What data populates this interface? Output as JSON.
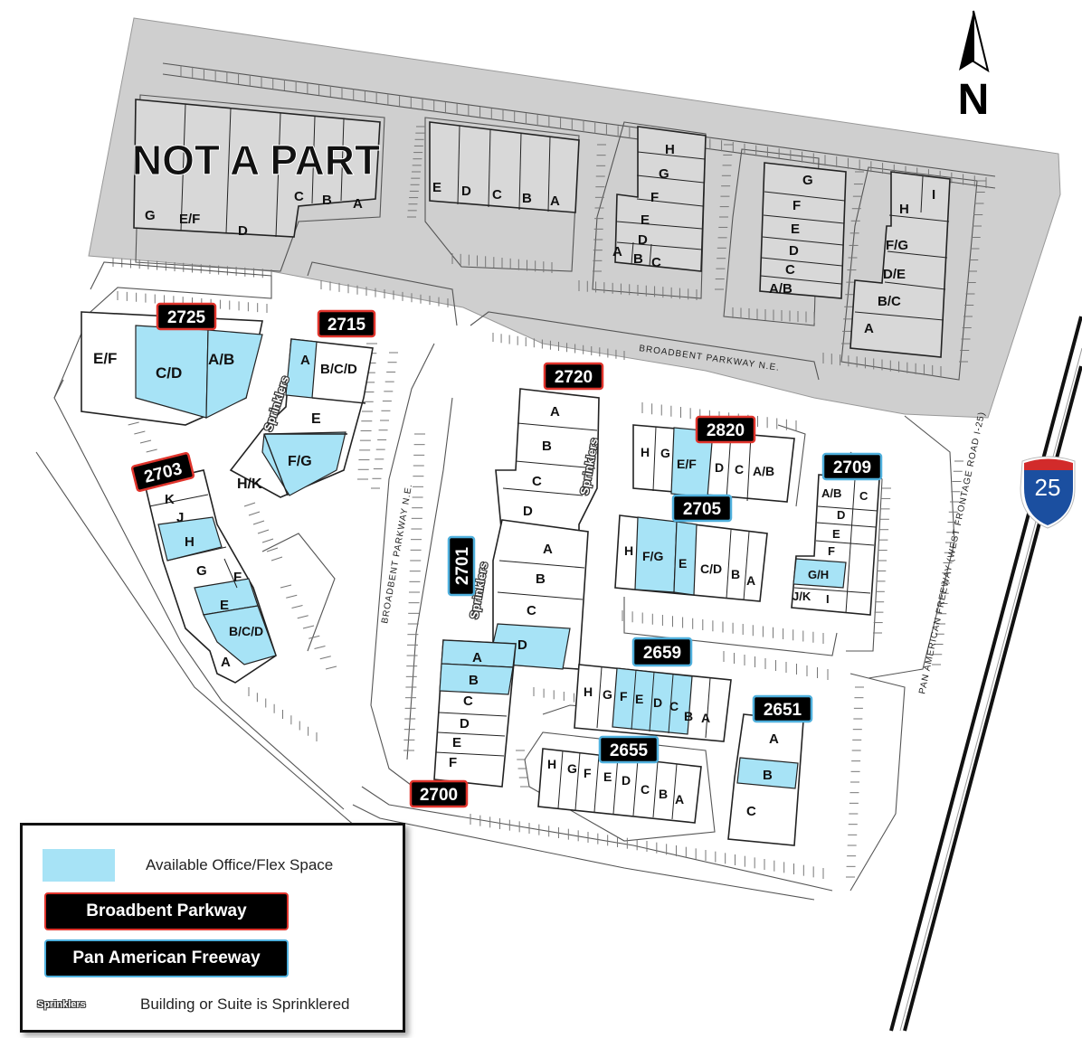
{
  "not_a_part": "NOT A PART",
  "north": "N",
  "interstate": "25",
  "roads": {
    "broadbent_top": "BROADBENT PARKWAY N.E.",
    "broadbent_left": "BROADBENT PARKWAY N.E.",
    "pan_american": "PAN AMERICAN FREEWAY (WEST FRONTAGE ROAD I-25)"
  },
  "sprinklers_label": "Sprinklers",
  "buildings": {
    "b2725": {
      "tag": "2725",
      "street": "broadbent",
      "suites": [
        "E/F",
        "C/D",
        "A/B"
      ],
      "available": [
        "C/D",
        "A/B"
      ]
    },
    "b2715": {
      "tag": "2715",
      "street": "broadbent",
      "suites": [
        "A",
        "B/C/D",
        "E",
        "F/G",
        "H/K"
      ],
      "available": [
        "A",
        "F/G"
      ]
    },
    "b2703": {
      "tag": "2703",
      "street": "broadbent",
      "suites": [
        "K",
        "J",
        "H",
        "G",
        "F",
        "E",
        "B/C/D",
        "A"
      ],
      "available": [
        "H",
        "E",
        "B/C/D"
      ]
    },
    "b2720": {
      "tag": "2720",
      "street": "broadbent",
      "suites": [
        "A",
        "B",
        "C",
        "D"
      ],
      "available": []
    },
    "b2701": {
      "tag": "2701",
      "street": "pan_american",
      "suites": [
        "A",
        "B",
        "C",
        "D"
      ],
      "available": [
        "D"
      ]
    },
    "b2700": {
      "tag": "2700",
      "street": "broadbent",
      "suites": [
        "A",
        "B",
        "C",
        "D",
        "E",
        "F"
      ],
      "available": [
        "A",
        "B"
      ]
    },
    "b2820": {
      "tag": "2820",
      "street": "broadbent",
      "suites": [
        "H",
        "G",
        "E/F",
        "D",
        "C",
        "A/B"
      ],
      "available": [
        "E/F"
      ]
    },
    "b2705": {
      "tag": "2705",
      "street": "pan_american",
      "suites": [
        "H",
        "F/G",
        "E",
        "C/D",
        "B",
        "A"
      ],
      "available": [
        "F/G",
        "E"
      ]
    },
    "b2709": {
      "tag": "2709",
      "street": "pan_american",
      "suites": [
        "A/B",
        "C",
        "D",
        "E",
        "F",
        "G/H",
        "J/K",
        "I"
      ],
      "available": [
        "G/H"
      ]
    },
    "b2659": {
      "tag": "2659",
      "street": "pan_american",
      "suites": [
        "H",
        "G",
        "F",
        "E",
        "D",
        "C",
        "B",
        "A"
      ],
      "available": [
        "F",
        "E",
        "D",
        "C"
      ]
    },
    "b2655": {
      "tag": "2655",
      "street": "pan_american",
      "suites": [
        "H",
        "G",
        "F",
        "E",
        "D",
        "C",
        "B",
        "A"
      ],
      "available": []
    },
    "b2651": {
      "tag": "2651",
      "street": "pan_american",
      "suites": [
        "A",
        "B",
        "C"
      ],
      "available": [
        "B"
      ]
    }
  },
  "not_a_part_buildings": {
    "w": [
      "G",
      "E/F",
      "D",
      "C",
      "B",
      "A"
    ],
    "m": [
      "E",
      "D",
      "C",
      "B",
      "A"
    ],
    "e1": [
      "H",
      "G",
      "F",
      "E",
      "D",
      "A",
      "B",
      "C"
    ],
    "e2": [
      "G",
      "F",
      "E",
      "D",
      "C",
      "A/B"
    ],
    "e3": [
      "I",
      "H",
      "F/G",
      "D/E",
      "B/C",
      "A"
    ]
  },
  "legend": {
    "available": "Available Office/Flex Space",
    "broadbent": "Broadbent Parkway",
    "pan_american": "Pan American Freeway",
    "sprinklers_mini": "Sprinklers",
    "sprinklered": "Building or Suite is Sprinklered"
  },
  "colors": {
    "available": "#a7e3f6",
    "broadbent_border": "#e0342c",
    "pan_american_border": "#4fb0dd",
    "not_a_part_fill": "#cfcfcf",
    "tag_fill": "#000000"
  }
}
